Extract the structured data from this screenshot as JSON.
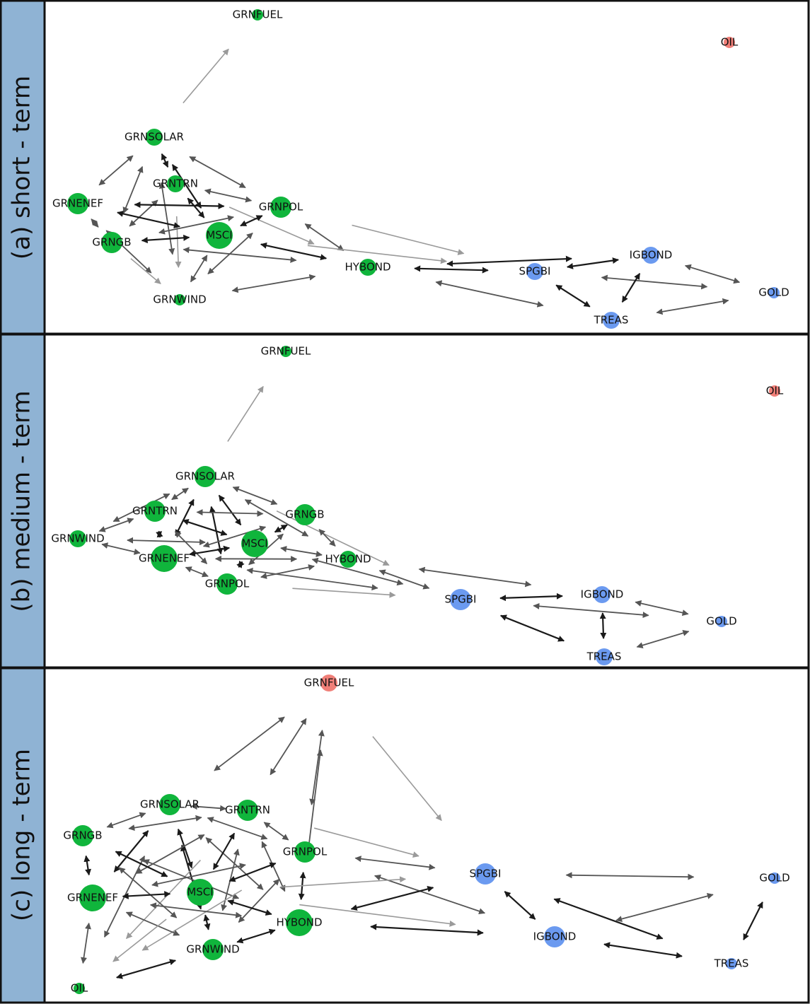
{
  "colors": {
    "sidebar": "#8fb3d4",
    "border": "#111111",
    "green": "#10b53c",
    "blue": "#6b9af0",
    "red": "#f07f78",
    "edge_dark": "#1a1a1a",
    "edge_mid": "#555555",
    "edge_light": "#9a9a9a"
  },
  "panels": [
    {
      "title": "(a) short - term",
      "nodes": [
        {
          "id": "GRNFUEL",
          "label": "GRNFUEL",
          "group": "green",
          "size": "s"
        },
        {
          "id": "OIL",
          "label": "OIL",
          "group": "red",
          "size": "s"
        },
        {
          "id": "GRNSOLAR",
          "label": "GRNSOLAR",
          "group": "green",
          "size": "m"
        },
        {
          "id": "GRNTRN",
          "label": "GRNTRN",
          "group": "green",
          "size": "m"
        },
        {
          "id": "GRNENEF",
          "label": "GRNENEF",
          "group": "green",
          "size": "l"
        },
        {
          "id": "GRNPOL",
          "label": "GRNPOL",
          "group": "green",
          "size": "l"
        },
        {
          "id": "GRNGB",
          "label": "GRNGB",
          "group": "green",
          "size": "l"
        },
        {
          "id": "MSCI",
          "label": "MSCI",
          "group": "green",
          "size": "xl"
        },
        {
          "id": "GRNWIND",
          "label": "GRNWIND",
          "group": "green",
          "size": "s"
        },
        {
          "id": "HYBOND",
          "label": "HYBOND",
          "group": "green",
          "size": "m"
        },
        {
          "id": "SPGBI",
          "label": "SPGBI",
          "group": "blue",
          "size": "m"
        },
        {
          "id": "IGBOND",
          "label": "IGBOND",
          "group": "blue",
          "size": "m"
        },
        {
          "id": "GOLD",
          "label": "GOLD",
          "group": "blue",
          "size": "s"
        },
        {
          "id": "TREAS",
          "label": "TREAS",
          "group": "blue",
          "size": "m"
        }
      ],
      "edges": [
        [
          "GRNSOLAR",
          "GRNFUEL",
          "light",
          false
        ],
        [
          "GRNSOLAR",
          "GRNENEF",
          "mid",
          true
        ],
        [
          "GRNSOLAR",
          "GRNTRN",
          "dark",
          true
        ],
        [
          "GRNSOLAR",
          "GRNPOL",
          "mid",
          true
        ],
        [
          "GRNSOLAR",
          "GRNGB",
          "mid",
          true
        ],
        [
          "GRNSOLAR",
          "MSCI",
          "dark",
          true
        ],
        [
          "GRNSOLAR",
          "GRNWIND",
          "mid",
          true
        ],
        [
          "GRNTRN",
          "GRNPOL",
          "mid",
          true
        ],
        [
          "GRNTRN",
          "MSCI",
          "dark",
          true
        ],
        [
          "GRNTRN",
          "GRNGB",
          "mid",
          true
        ],
        [
          "GRNTRN",
          "GRNWIND",
          "light",
          false
        ],
        [
          "GRNTRN",
          "HYBOND",
          "light",
          false
        ],
        [
          "GRNENEF",
          "GRNPOL",
          "dark",
          true
        ],
        [
          "GRNENEF",
          "MSCI",
          "dark",
          true
        ],
        [
          "GRNENEF",
          "GRNGB",
          "mid",
          true
        ],
        [
          "GRNENEF",
          "GRNWIND",
          "mid",
          true
        ],
        [
          "GRNPOL",
          "MSCI",
          "dark",
          true
        ],
        [
          "GRNPOL",
          "GRNWIND",
          "mid",
          true
        ],
        [
          "GRNPOL",
          "HYBOND",
          "mid",
          true
        ],
        [
          "GRNPOL",
          "GRNGB",
          "mid",
          true
        ],
        [
          "GRNPOL",
          "SPGBI",
          "light",
          false
        ],
        [
          "GRNGB",
          "MSCI",
          "dark",
          true
        ],
        [
          "GRNGB",
          "GRNWIND",
          "light",
          false
        ],
        [
          "GRNGB",
          "HYBOND",
          "mid",
          true
        ],
        [
          "MSCI",
          "GRNWIND",
          "mid",
          true
        ],
        [
          "MSCI",
          "HYBOND",
          "dark",
          true
        ],
        [
          "MSCI",
          "SPGBI",
          "light",
          false
        ],
        [
          "GRNWIND",
          "HYBOND",
          "mid",
          true
        ],
        [
          "HYBOND",
          "SPGBI",
          "dark",
          true
        ],
        [
          "HYBOND",
          "IGBOND",
          "dark",
          true
        ],
        [
          "HYBOND",
          "TREAS",
          "mid",
          true
        ],
        [
          "SPGBI",
          "IGBOND",
          "dark",
          true
        ],
        [
          "SPGBI",
          "TREAS",
          "dark",
          true
        ],
        [
          "SPGBI",
          "GOLD",
          "mid",
          true
        ],
        [
          "IGBOND",
          "TREAS",
          "dark",
          true
        ],
        [
          "IGBOND",
          "GOLD",
          "mid",
          true
        ],
        [
          "TREAS",
          "GOLD",
          "mid",
          true
        ]
      ]
    },
    {
      "title": "(b) medium - term",
      "nodes": [
        {
          "id": "GRNFUEL",
          "label": "GRNFUEL",
          "group": "green",
          "size": "s"
        },
        {
          "id": "OIL",
          "label": "OIL",
          "group": "red",
          "size": "s"
        },
        {
          "id": "GRNSOLAR",
          "label": "GRNSOLAR",
          "group": "green",
          "size": "l"
        },
        {
          "id": "GRNTRN",
          "label": "GRNTRN",
          "group": "green",
          "size": "l"
        },
        {
          "id": "GRNGB",
          "label": "GRNGB",
          "group": "green",
          "size": "l"
        },
        {
          "id": "GRNWIND",
          "label": "GRNWIND",
          "group": "green",
          "size": "m"
        },
        {
          "id": "MSCI",
          "label": "MSCI",
          "group": "green",
          "size": "xl"
        },
        {
          "id": "GRNENEF",
          "label": "GRNENEF",
          "group": "green",
          "size": "xl"
        },
        {
          "id": "HYBOND",
          "label": "HYBOND",
          "group": "green",
          "size": "m"
        },
        {
          "id": "GRNPOL",
          "label": "GRNPOL",
          "group": "green",
          "size": "l"
        },
        {
          "id": "SPGBI",
          "label": "SPGBI",
          "group": "blue",
          "size": "l"
        },
        {
          "id": "IGBOND",
          "label": "IGBOND",
          "group": "blue",
          "size": "m"
        },
        {
          "id": "GOLD",
          "label": "GOLD",
          "group": "blue",
          "size": "s"
        },
        {
          "id": "TREAS",
          "label": "TREAS",
          "group": "blue",
          "size": "m"
        }
      ],
      "edges": [
        [
          "GRNSOLAR",
          "GRNFUEL",
          "light",
          false
        ],
        [
          "GRNSOLAR",
          "GRNTRN",
          "mid",
          true
        ],
        [
          "GRNSOLAR",
          "GRNGB",
          "mid",
          true
        ],
        [
          "GRNSOLAR",
          "GRNWIND",
          "mid",
          true
        ],
        [
          "GRNSOLAR",
          "MSCI",
          "dark",
          true
        ],
        [
          "GRNSOLAR",
          "GRNENEF",
          "dark",
          true
        ],
        [
          "GRNSOLAR",
          "HYBOND",
          "mid",
          true
        ],
        [
          "GRNSOLAR",
          "GRNPOL",
          "dark",
          true
        ],
        [
          "GRNSOLAR",
          "SPGBI",
          "light",
          false
        ],
        [
          "GRNTRN",
          "GRNWIND",
          "mid",
          true
        ],
        [
          "GRNTRN",
          "MSCI",
          "dark",
          true
        ],
        [
          "GRNTRN",
          "GRNENEF",
          "dark",
          true
        ],
        [
          "GRNTRN",
          "GRNPOL",
          "mid",
          true
        ],
        [
          "GRNTRN",
          "GRNGB",
          "mid",
          true
        ],
        [
          "GRNGB",
          "MSCI",
          "dark",
          true
        ],
        [
          "GRNGB",
          "HYBOND",
          "mid",
          true
        ],
        [
          "GRNGB",
          "GRNPOL",
          "mid",
          true
        ],
        [
          "GRNGB",
          "GRNENEF",
          "mid",
          true
        ],
        [
          "GRNWIND",
          "MSCI",
          "mid",
          true
        ],
        [
          "GRNWIND",
          "GRNENEF",
          "mid",
          true
        ],
        [
          "MSCI",
          "GRNENEF",
          "dark",
          true
        ],
        [
          "MSCI",
          "GRNPOL",
          "dark",
          true
        ],
        [
          "MSCI",
          "HYBOND",
          "mid",
          true
        ],
        [
          "MSCI",
          "SPGBI",
          "mid",
          true
        ],
        [
          "GRNENEF",
          "GRNPOL",
          "mid",
          true
        ],
        [
          "GRNENEF",
          "SPGBI",
          "mid",
          true
        ],
        [
          "GRNENEF",
          "HYBOND",
          "mid",
          true
        ],
        [
          "GRNPOL",
          "HYBOND",
          "mid",
          true
        ],
        [
          "GRNPOL",
          "SPGBI",
          "light",
          false
        ],
        [
          "HYBOND",
          "SPGBI",
          "mid",
          true
        ],
        [
          "HYBOND",
          "IGBOND",
          "mid",
          true
        ],
        [
          "SPGBI",
          "IGBOND",
          "dark",
          true
        ],
        [
          "SPGBI",
          "TREAS",
          "dark",
          true
        ],
        [
          "SPGBI",
          "GOLD",
          "mid",
          true
        ],
        [
          "IGBOND",
          "TREAS",
          "dark",
          true
        ],
        [
          "IGBOND",
          "GOLD",
          "mid",
          true
        ],
        [
          "TREAS",
          "GOLD",
          "mid",
          true
        ]
      ]
    },
    {
      "title": "(c) long - term",
      "nodes": [
        {
          "id": "GRNFUEL",
          "label": "GRNFUEL",
          "group": "red",
          "size": "m"
        },
        {
          "id": "GRNSOLAR",
          "label": "GRNSOLAR",
          "group": "green",
          "size": "l"
        },
        {
          "id": "GRNTRN",
          "label": "GRNTRN",
          "group": "green",
          "size": "l"
        },
        {
          "id": "GRNGB",
          "label": "GRNGB",
          "group": "green",
          "size": "l"
        },
        {
          "id": "GRNPOL",
          "label": "GRNPOL",
          "group": "green",
          "size": "l"
        },
        {
          "id": "SPGBI",
          "label": "SPGBI",
          "group": "blue",
          "size": "l"
        },
        {
          "id": "GOLD",
          "label": "GOLD",
          "group": "blue",
          "size": "s"
        },
        {
          "id": "GRNENEF",
          "label": "GRNENEF",
          "group": "green",
          "size": "xl"
        },
        {
          "id": "MSCI",
          "label": "MSCI",
          "group": "green",
          "size": "xl"
        },
        {
          "id": "HYBOND",
          "label": "HYBOND",
          "group": "green",
          "size": "xl"
        },
        {
          "id": "IGBOND",
          "label": "IGBOND",
          "group": "blue",
          "size": "l"
        },
        {
          "id": "GRNWIND",
          "label": "GRNWIND",
          "group": "green",
          "size": "l"
        },
        {
          "id": "TREAS",
          "label": "TREAS",
          "group": "blue",
          "size": "s"
        },
        {
          "id": "OIL",
          "label": "OIL",
          "group": "green",
          "size": "s"
        }
      ],
      "edges": [
        [
          "GRNFUEL",
          "GRNSOLAR",
          "mid",
          true
        ],
        [
          "GRNFUEL",
          "GRNTRN",
          "mid",
          true
        ],
        [
          "GRNFUEL",
          "GRNPOL",
          "mid",
          true
        ],
        [
          "GRNFUEL",
          "HYBOND",
          "mid",
          true
        ],
        [
          "GRNFUEL",
          "SPGBI",
          "light",
          false
        ],
        [
          "GRNSOLAR",
          "GRNGB",
          "mid",
          true
        ],
        [
          "GRNSOLAR",
          "GRNTRN",
          "mid",
          true
        ],
        [
          "GRNSOLAR",
          "GRNENEF",
          "dark",
          true
        ],
        [
          "GRNSOLAR",
          "MSCI",
          "dark",
          true
        ],
        [
          "GRNSOLAR",
          "HYBOND",
          "mid",
          true
        ],
        [
          "GRNSOLAR",
          "GRNWIND",
          "dark",
          true
        ],
        [
          "GRNSOLAR",
          "GRNPOL",
          "mid",
          true
        ],
        [
          "GRNSOLAR",
          "OIL",
          "mid",
          true
        ],
        [
          "GRNTRN",
          "GRNGB",
          "mid",
          true
        ],
        [
          "GRNTRN",
          "GRNPOL",
          "mid",
          true
        ],
        [
          "GRNTRN",
          "MSCI",
          "dark",
          true
        ],
        [
          "GRNTRN",
          "GRNENEF",
          "mid",
          true
        ],
        [
          "GRNTRN",
          "HYBOND",
          "mid",
          true
        ],
        [
          "GRNTRN",
          "GRNWIND",
          "mid",
          true
        ],
        [
          "GRNTRN",
          "SPGBI",
          "light",
          false
        ],
        [
          "GRNTRN",
          "OIL",
          "light",
          false
        ],
        [
          "GRNGB",
          "GRNENEF",
          "dark",
          true
        ],
        [
          "GRNGB",
          "MSCI",
          "dark",
          true
        ],
        [
          "GRNGB",
          "HYBOND",
          "mid",
          true
        ],
        [
          "GRNGB",
          "GRNWIND",
          "mid",
          true
        ],
        [
          "GRNPOL",
          "MSCI",
          "dark",
          true
        ],
        [
          "GRNPOL",
          "HYBOND",
          "dark",
          true
        ],
        [
          "GRNPOL",
          "SPGBI",
          "mid",
          true
        ],
        [
          "GRNPOL",
          "IGBOND",
          "mid",
          true
        ],
        [
          "GRNPOL",
          "GRNWIND",
          "mid",
          true
        ],
        [
          "GRNPOL",
          "GRNENEF",
          "mid",
          true
        ],
        [
          "GRNPOL",
          "OIL",
          "light",
          false
        ],
        [
          "GRNENEF",
          "MSCI",
          "dark",
          true
        ],
        [
          "GRNENEF",
          "HYBOND",
          "mid",
          true
        ],
        [
          "GRNENEF",
          "GRNWIND",
          "mid",
          true
        ],
        [
          "GRNENEF",
          "OIL",
          "mid",
          true
        ],
        [
          "MSCI",
          "HYBOND",
          "dark",
          true
        ],
        [
          "MSCI",
          "GRNWIND",
          "dark",
          true
        ],
        [
          "MSCI",
          "SPGBI",
          "light",
          false
        ],
        [
          "MSCI",
          "IGBOND",
          "light",
          false
        ],
        [
          "MSCI",
          "OIL",
          "light",
          false
        ],
        [
          "HYBOND",
          "SPGBI",
          "dark",
          true
        ],
        [
          "HYBOND",
          "IGBOND",
          "dark",
          true
        ],
        [
          "HYBOND",
          "GRNWIND",
          "dark",
          true
        ],
        [
          "GRNWIND",
          "OIL",
          "dark",
          true
        ],
        [
          "SPGBI",
          "GOLD",
          "mid",
          true
        ],
        [
          "SPGBI",
          "IGBOND",
          "dark",
          true
        ],
        [
          "SPGBI",
          "TREAS",
          "dark",
          true
        ],
        [
          "IGBOND",
          "GOLD",
          "mid",
          true
        ],
        [
          "IGBOND",
          "TREAS",
          "dark",
          true
        ],
        [
          "GOLD",
          "TREAS",
          "dark",
          true
        ]
      ]
    }
  ]
}
